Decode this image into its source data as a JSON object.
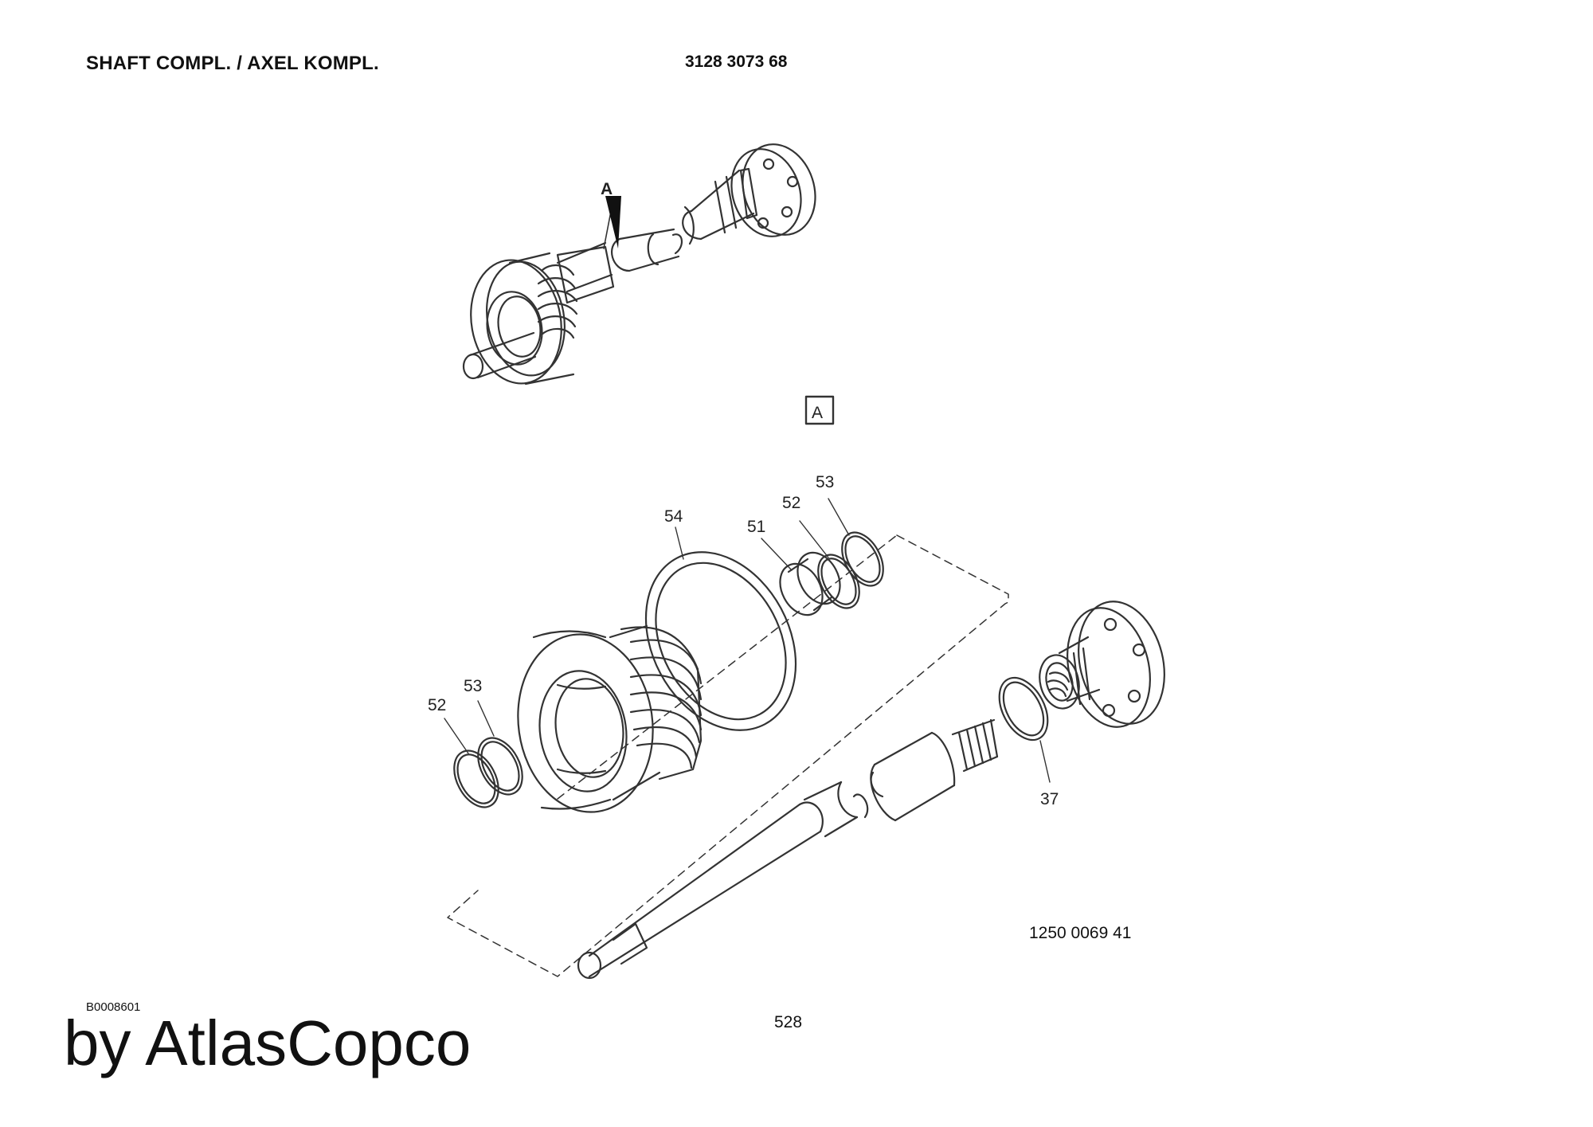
{
  "header": {
    "title": "SHAFT COMPL. / AXEL KOMPL.",
    "part_number": "3128 3073 68"
  },
  "drawing": {
    "view_marker": "A",
    "detail_label": "A",
    "callouts": {
      "c54": "54",
      "c51": "51",
      "c52_top": "52",
      "c53_top": "53",
      "c52_left": "52",
      "c53_left": "53",
      "c37": "37"
    },
    "drawing_number": "1250 0069 41"
  },
  "footer": {
    "image_id": "B0008601",
    "page_number": "528",
    "brand": "by AtlasCopco"
  }
}
